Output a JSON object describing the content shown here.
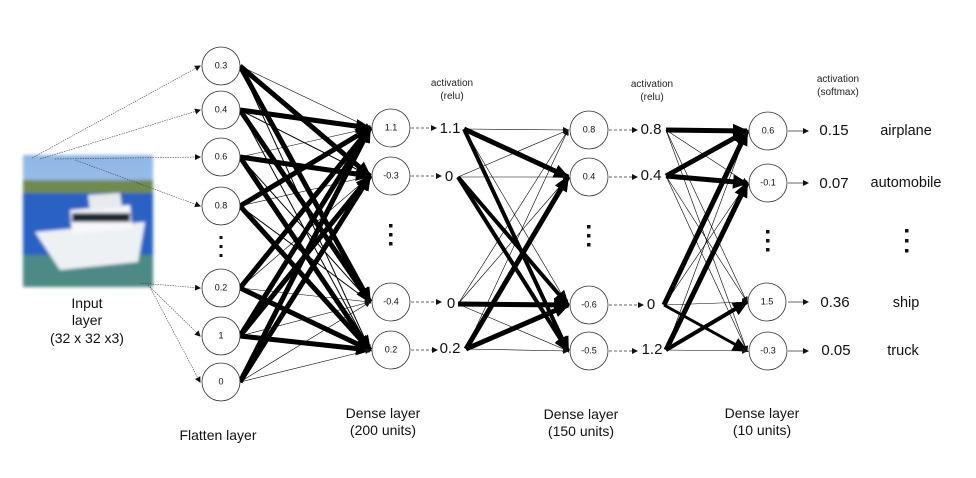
{
  "input": {
    "label_line1": "Input",
    "label_line2": "layer",
    "label_line3": "(32 x 32 x3)",
    "colors": {
      "sky": "#9ec3ea",
      "water": "#2a62c4",
      "boat": "#eef1f4",
      "trees": "#6f8a4f"
    }
  },
  "flatten": {
    "label": "Flatten layer",
    "nodes": [
      "0.3",
      "0.4",
      "0.6",
      "0.8",
      "0.2",
      "1",
      "0"
    ]
  },
  "dense1": {
    "label_line1": "Dense layer",
    "label_line2": "(200 units)",
    "activation_line1": "activation",
    "activation_line2": "(relu)",
    "nodes": [
      "1.1",
      "-0.3",
      "-0.4",
      "0.2"
    ],
    "outputs": [
      "1.1",
      "0",
      "0",
      "0.2"
    ]
  },
  "dense2": {
    "label_line1": "Dense layer",
    "label_line2": "(150 units)",
    "activation_line1": "activation",
    "activation_line2": "(relu)",
    "nodes": [
      "0.8",
      "0.4",
      "-0.6",
      "-0.5"
    ],
    "outputs": [
      "0.8",
      "0.4",
      "0",
      "1.2"
    ]
  },
  "dense3": {
    "label_line1": "Dense layer",
    "label_line2": "(10 units)",
    "activation_line1": "activation",
    "activation_line2": "(softmax)",
    "nodes": [
      "0.6",
      "-0.1",
      "1.5",
      "-0.3"
    ],
    "outputs": [
      "0.15",
      "0.07",
      "0.36",
      "0.05"
    ],
    "classes": [
      "airplane",
      "automobile",
      "ship",
      "truck"
    ]
  },
  "edge_color": "#000000"
}
